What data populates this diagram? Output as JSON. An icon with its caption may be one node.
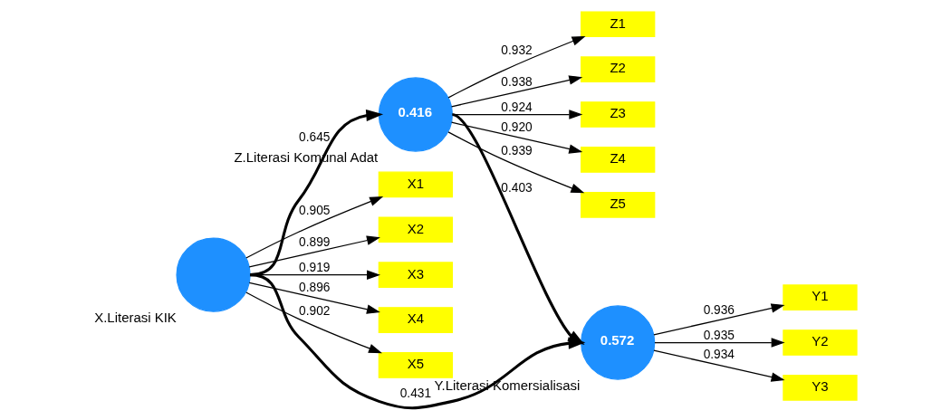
{
  "diagram": {
    "nodes": [
      {
        "text": [
          "Z1"
        ]
      },
      {
        "text": [
          "Z2"
        ]
      },
      {
        "text": [
          "Z3"
        ]
      },
      {
        "text": [
          "Z4"
        ]
      },
      {
        "text": [
          "Z5"
        ]
      },
      {
        "text": [
          "0.416"
        ],
        "beside": [
          "Z.Literasi Komunal Adat"
        ]
      },
      {
        "text": [
          "X1"
        ]
      },
      {
        "text": [
          "X2"
        ]
      },
      {
        "text": [
          "X3"
        ]
      },
      {
        "text": [
          "X4"
        ]
      },
      {
        "text": [
          "X5"
        ]
      },
      {
        "text": [],
        "shape": "circle",
        "beside": [
          "X.Literasi KIK"
        ]
      },
      {
        "text": [
          "Y1"
        ]
      },
      {
        "text": [
          "Y2"
        ]
      },
      {
        "text": [
          "Y3"
        ]
      },
      {
        "text": [
          "0.572"
        ],
        "beside": [
          "Y.Literasi Komersialisasi"
        ]
      }
    ],
    "edges": [
      {
        "from": 5,
        "to": 0,
        "arrow": "to",
        "label": "0.932"
      },
      {
        "from": 5,
        "to": 1,
        "arrow": "to",
        "label": "0.938"
      },
      {
        "from": 5,
        "to": 2,
        "arrow": "to",
        "label": "0.924"
      },
      {
        "from": 5,
        "to": 3,
        "arrow": "to",
        "label": "0.920"
      },
      {
        "from": 5,
        "to": 4,
        "arrow": "to",
        "label": "0.939"
      },
      {
        "from": 11,
        "to": 6,
        "arrow": "to",
        "label": "0.905"
      },
      {
        "from": 11,
        "to": 7,
        "arrow": "to",
        "label": "0.899"
      },
      {
        "from": 11,
        "to": 8,
        "arrow": "to",
        "label": "0.919"
      },
      {
        "from": 11,
        "to": 9,
        "arrow": "to",
        "label": "0.896"
      },
      {
        "from": 11,
        "to": 10,
        "arrow": "to",
        "label": "0.902"
      },
      {
        "from": 11,
        "to": 5,
        "arrow": "to",
        "label": "0.645",
        "style": "thick"
      },
      {
        "from": 5,
        "to": 15,
        "arrow": "to",
        "label": "0.403",
        "style": "thick"
      },
      {
        "from": 11,
        "to": 15,
        "arrow": "to",
        "label": "0.431",
        "style": "thick"
      },
      {
        "from": 15,
        "to": 12,
        "arrow": "to",
        "label": "0.936"
      },
      {
        "from": 15,
        "to": 13,
        "arrow": "to",
        "label": "0.935"
      },
      {
        "from": 15,
        "to": 14,
        "arrow": "to",
        "label": "0.934"
      }
    ]
  }
}
